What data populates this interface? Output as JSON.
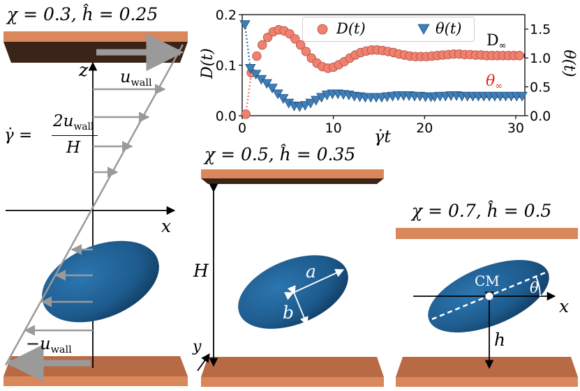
{
  "panels": {
    "left": {
      "title": "χ = 0.3, ĥ = 0.25"
    },
    "middle": {
      "title": "χ = 0.5, ĥ = 0.35"
    },
    "right": {
      "title": "χ = 0.7, ĥ = 0.5"
    }
  },
  "left_labels": {
    "z_axis": "z",
    "x_axis": "x",
    "u_wall": "u",
    "u_wall_sub": "wall",
    "neg_u_wall": "−u",
    "neg_u_wall_sub": "wall",
    "shear_lhs": "γ̇ =",
    "shear_num": "2u",
    "shear_num_sub": "wall",
    "shear_den": "H"
  },
  "middle_labels": {
    "H": "H",
    "a": "a",
    "b": "b",
    "y_axis": "y"
  },
  "right_labels": {
    "cm": "CM",
    "theta": "θ",
    "x_axis": "x",
    "h": "h"
  },
  "colors": {
    "wall_top": "#d9875b",
    "wall_dark": "#3a2418",
    "wall_side": "#b86a44",
    "ellipsoid": "#1f5f92",
    "ellipsoid_edge": "#0e3558",
    "arrow_gray": "#9a9a9a",
    "d_series": "#f08070",
    "theta_series": "#3f7fb8"
  },
  "chart_data": {
    "type": "scatter",
    "xlabel": "γ̇t",
    "ylabel_left": "D(t)",
    "ylabel_right": "θ(t)",
    "xlim": [
      0,
      31
    ],
    "ylim_left": [
      0,
      0.2
    ],
    "ylim_right": [
      0,
      1.75
    ],
    "x_ticks": [
      "0",
      "10",
      "20",
      "30"
    ],
    "y_ticks_left": [
      "0.0",
      "0.1",
      "0.2"
    ],
    "y_ticks_right": [
      "0.0",
      "0.5",
      "1.0",
      "1.5"
    ],
    "legend": [
      "D(t)",
      "θ(t)"
    ],
    "series": [
      {
        "name": "D(t)",
        "axis": "left",
        "x": [
          0.4,
          1.0,
          1.6,
          2.2,
          2.8,
          3.4,
          4.0,
          4.6,
          5.2,
          5.8,
          6.4,
          7.0,
          7.6,
          8.2,
          8.8,
          9.4,
          10.0,
          10.6,
          11.2,
          11.8,
          12.4,
          13.0,
          13.6,
          14.2,
          14.8,
          15.4,
          16.0,
          16.6,
          17.2,
          17.8,
          18.4,
          19.0,
          19.6,
          20.2,
          20.8,
          21.4,
          22.0,
          22.6,
          23.2,
          23.8,
          24.4,
          25.0,
          25.6,
          26.2,
          26.8,
          27.4,
          28.0,
          28.6,
          29.2,
          29.8,
          30.4
        ],
        "y": [
          0.003,
          0.085,
          0.118,
          0.14,
          0.155,
          0.166,
          0.17,
          0.168,
          0.162,
          0.152,
          0.14,
          0.127,
          0.114,
          0.104,
          0.097,
          0.094,
          0.096,
          0.101,
          0.107,
          0.114,
          0.12,
          0.125,
          0.128,
          0.13,
          0.13,
          0.129,
          0.127,
          0.125,
          0.122,
          0.12,
          0.118,
          0.117,
          0.117,
          0.117,
          0.118,
          0.119,
          0.12,
          0.121,
          0.122,
          0.122,
          0.121,
          0.121,
          0.12,
          0.12,
          0.119,
          0.119,
          0.119,
          0.119,
          0.119,
          0.119,
          0.119
        ]
      },
      {
        "name": "θ(t)",
        "axis": "right",
        "x": [
          0.3,
          0.9,
          1.5,
          2.1,
          2.7,
          3.3,
          3.9,
          4.5,
          5.1,
          5.7,
          6.3,
          6.9,
          7.5,
          8.1,
          8.7,
          9.3,
          9.9,
          10.5,
          11.1,
          11.7,
          12.3,
          12.9,
          13.5,
          14.1,
          14.7,
          15.3,
          15.9,
          16.5,
          17.1,
          17.7,
          18.3,
          18.9,
          19.5,
          20.1,
          20.7,
          21.1,
          21.7,
          22.3,
          22.9,
          23.5,
          24.1,
          24.7,
          25.3,
          25.9,
          26.5,
          27.1,
          27.7,
          28.3,
          28.9,
          29.5,
          30.1,
          30.7
        ],
        "y": [
          1.58,
          0.82,
          0.72,
          0.63,
          0.56,
          0.48,
          0.38,
          0.3,
          0.22,
          0.17,
          0.16,
          0.18,
          0.22,
          0.27,
          0.32,
          0.36,
          0.38,
          0.38,
          0.37,
          0.36,
          0.34,
          0.33,
          0.32,
          0.32,
          0.32,
          0.32,
          0.33,
          0.34,
          0.35,
          0.35,
          0.35,
          0.34,
          0.34,
          0.33,
          0.33,
          0.33,
          0.34,
          0.34,
          0.35,
          0.35,
          0.34,
          0.34,
          0.34,
          0.34,
          0.34,
          0.34,
          0.34,
          0.34,
          0.34,
          0.34,
          0.34,
          0.34
        ]
      }
    ],
    "annotations": [
      {
        "text": "D",
        "sub": "∞",
        "value": 0.119,
        "axis": "left",
        "x_from": 25,
        "x_to": 31
      },
      {
        "text": "θ",
        "sub": "∞",
        "value": 0.34,
        "axis": "right",
        "x_from": 24.6,
        "x_to": 31
      }
    ]
  }
}
